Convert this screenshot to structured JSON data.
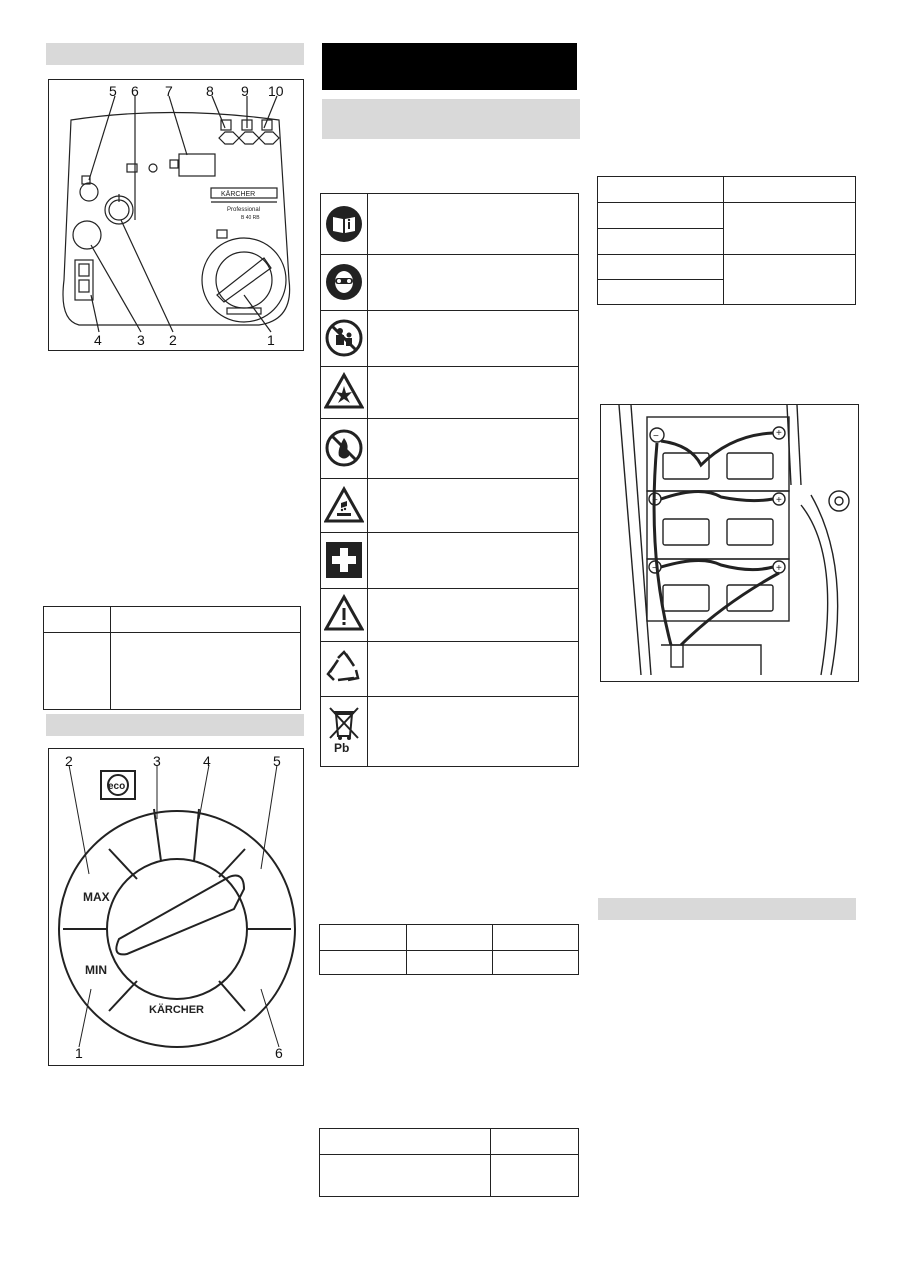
{
  "panel": {
    "callouts": [
      "5",
      "6",
      "7",
      "8",
      "9",
      "10",
      "4",
      "3",
      "2",
      "1"
    ],
    "brand": "KÄRCHER",
    "sub": "Professional",
    "model": "B 40 RB"
  },
  "dial": {
    "callouts": [
      "2",
      "3",
      "4",
      "5",
      "1",
      "6"
    ],
    "max": "MAX",
    "min": "MIN",
    "brand": "KÄRCHER",
    "eco": "eco"
  },
  "symbols": [
    "read-manual-icon",
    "wear-goggles-icon",
    "keep-children-away-icon",
    "explosion-hazard-icon",
    "no-fire-icon",
    "acid-hazard-icon",
    "first-aid-icon",
    "warning-icon",
    "recycle-icon",
    "lead-disposal-icon"
  ],
  "lead_symbol_text": "Pb",
  "colors": {
    "grey": "#d9d9d9",
    "black": "#000000",
    "line": "#222222"
  }
}
